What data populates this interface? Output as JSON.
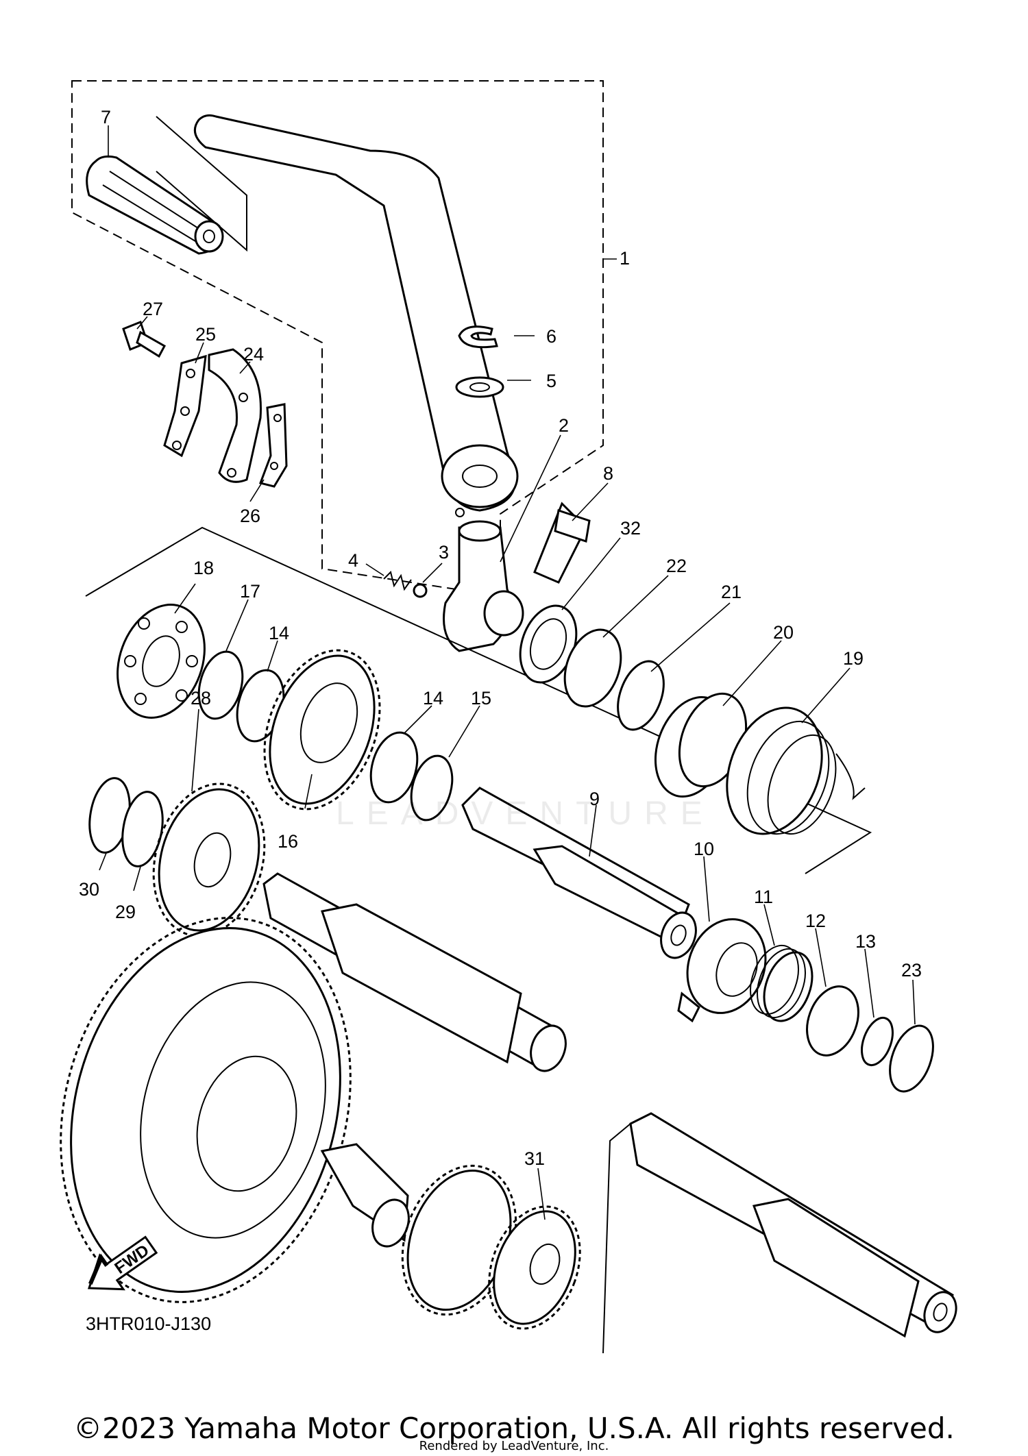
{
  "diagram": {
    "drawing_code": "3HTR010-J130",
    "direction_label": "FWD",
    "watermark": "LEADVENTURE",
    "callouts": [
      "1",
      "2",
      "3",
      "4",
      "5",
      "6",
      "7",
      "8",
      "9",
      "10",
      "11",
      "12",
      "13",
      "14",
      "14",
      "15",
      "16",
      "17",
      "18",
      "19",
      "20",
      "21",
      "22",
      "23",
      "24",
      "25",
      "26",
      "27",
      "28",
      "29",
      "30",
      "31",
      "32"
    ]
  },
  "footer": {
    "copyright": "©2023 Yamaha Motor Corporation, U.S.A. All rights reserved.",
    "rendered_by": "Rendered by LeadVenture, Inc."
  },
  "icons": {
    "direction": "fwd-arrow-icon"
  }
}
